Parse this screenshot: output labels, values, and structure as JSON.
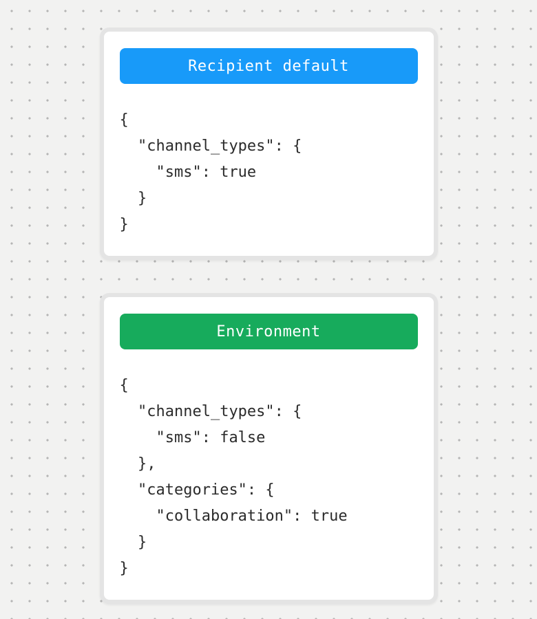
{
  "background": {
    "color": "#f2f2f1",
    "dot_color": "#b5b5b5"
  },
  "cards": [
    {
      "title": "Recipient default",
      "header_color": "#189af9",
      "title_text_color": "#ffffff",
      "lines": [
        "{",
        "  \"channel_types\": {",
        "    \"sms\": true",
        "  }",
        "}"
      ]
    },
    {
      "title": "Environment",
      "header_color": "#17ab5c",
      "title_text_color": "#ffffff",
      "lines": [
        "{",
        "  \"channel_types\": {",
        "    \"sms\": false",
        "  },",
        "  \"categories\": {",
        "    \"collaboration\": true",
        "  }",
        "}"
      ]
    }
  ]
}
